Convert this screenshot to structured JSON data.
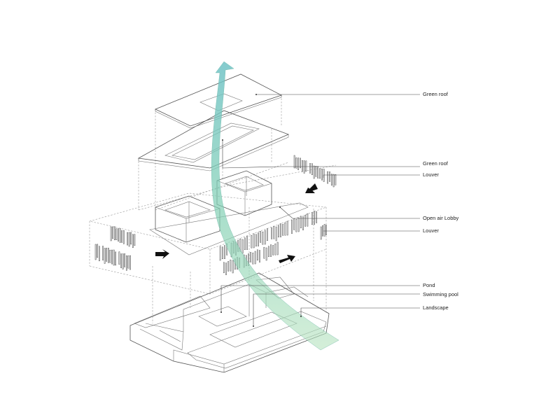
{
  "colors": {
    "green_roof": "#dcefcf",
    "lobby_green": "#dcefcf",
    "landscape_green": "#d9eecb",
    "water": "#c5dde7",
    "airflow_ribbon": "#7ecdb0",
    "arrow": "#111111",
    "line": "#444444",
    "background": "#ffffff"
  },
  "labels": [
    {
      "id": "green-roof-top",
      "text": "Green roof"
    },
    {
      "id": "green-roof-mid",
      "text": "Green roof"
    },
    {
      "id": "louver-upper",
      "text": "Louver"
    },
    {
      "id": "open-air-lobby",
      "text": "Open air Lobby"
    },
    {
      "id": "louver-lower",
      "text": "Louver"
    },
    {
      "id": "pond",
      "text": "Pond"
    },
    {
      "id": "swimming-pool",
      "text": "Swimming pool"
    },
    {
      "id": "landscape",
      "text": "Landscape"
    }
  ],
  "icons": {
    "airflow": "airflow-ribbon-arrow-icon",
    "wind_inlets": [
      "wind-arrow-icon",
      "wind-arrow-icon",
      "wind-arrow-icon"
    ]
  }
}
